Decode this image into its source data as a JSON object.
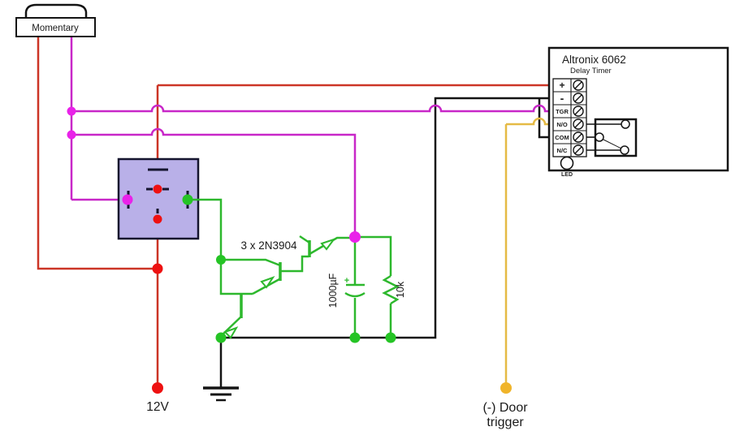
{
  "momentary": {
    "label": "Momentary"
  },
  "timer": {
    "title": "Altronix 6062",
    "subtitle": "Delay Timer",
    "terminals": [
      "+",
      "-",
      "TGR",
      "N/O",
      "COM",
      "N/C"
    ],
    "led": "LED"
  },
  "transistors": {
    "label": "3 x 2N3904"
  },
  "capacitor": {
    "label": "1000µF",
    "polarity": "+"
  },
  "resistor": {
    "label": "10k"
  },
  "power": {
    "label": "12V"
  },
  "trigger": {
    "line1": "(-) Door",
    "line2": "trigger"
  },
  "colors": {
    "red": "#cc3526",
    "red_dot": "#ee1111",
    "magenta": "#c827c8",
    "magenta_dot": "#e922e9",
    "green": "#2db82d",
    "green_dot": "#25c425",
    "yellow": "#e5ba45",
    "yellow_dot": "#f0b42a",
    "wire_black": "#141414",
    "relay_fill": "#b9b0e8"
  }
}
